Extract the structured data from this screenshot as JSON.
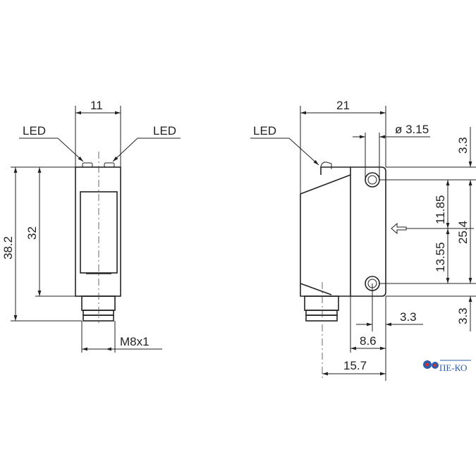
{
  "front_view": {
    "width_label": "11",
    "led_left": "LED",
    "led_right": "LED",
    "height_total": "38.2",
    "height_body": "32",
    "thread": "M8x1"
  },
  "side_view": {
    "width_label": "21",
    "led": "LED",
    "hole_diameter": "ø 3.15",
    "top_offset": "3.3",
    "upper_spacing": "11.85",
    "lower_spacing": "13.55",
    "hole_spacing": "25.4",
    "bottom_offset": "3.3",
    "hole_x_offset": "3.3",
    "front_depth": "8.6",
    "connector_offset": "15.7"
  },
  "logo": {
    "text": "ПЕ-КО",
    "colors": {
      "gear": "#2a5db0",
      "accent": "#d9302a"
    }
  }
}
